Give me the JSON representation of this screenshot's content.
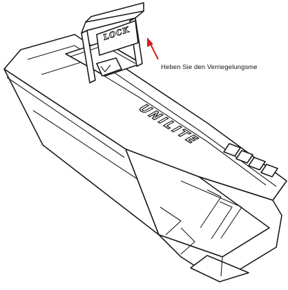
{
  "figure": {
    "lock_label": "LOCK",
    "brand_label": "UNILITE",
    "callout_text": "Heben Sie den Verriegelungsme"
  },
  "colors": {
    "line": "#1a1a1a",
    "arrow": "#d21f1f",
    "background": "#ffffff"
  },
  "icons": {
    "callout_arrow": "red-arrow-icon"
  }
}
